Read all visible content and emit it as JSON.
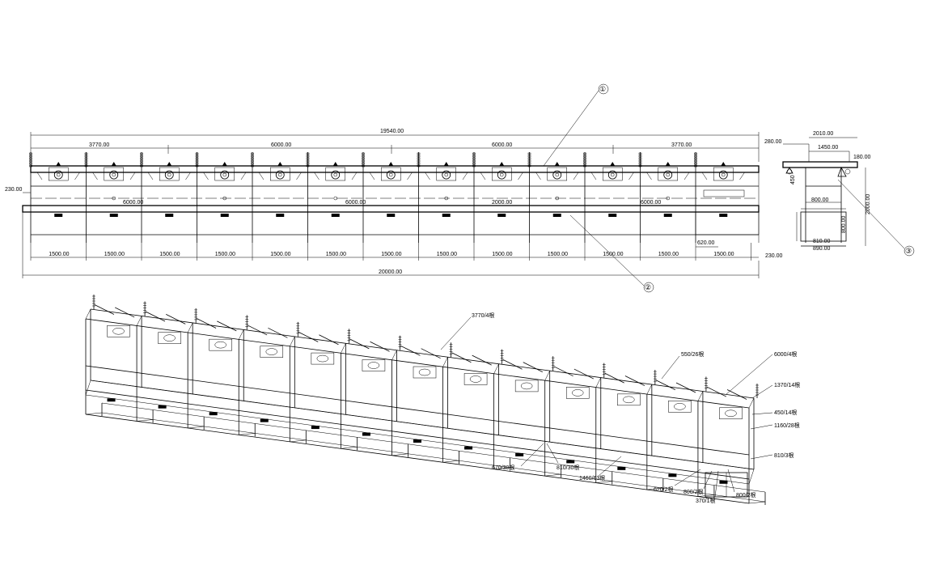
{
  "front_view": {
    "overall_top": "19540.00",
    "segments_top": [
      "3770.00",
      "6000.00",
      "6000.00",
      "3770.00"
    ],
    "mid_labels": [
      "6000.00",
      "6000.00",
      "2000.00",
      "6000.00"
    ],
    "left_offset": "230.00",
    "bay_widths": [
      "1500.00",
      "1500.00",
      "1500.00",
      "1500.00",
      "1500.00",
      "1500.00",
      "1500.00",
      "1500.00",
      "1500.00",
      "1500.00",
      "1500.00",
      "1500.00",
      "1500.00"
    ],
    "right_offset": "230.00",
    "end_width": "620.00",
    "overall_bottom": "20000.00"
  },
  "side_view": {
    "width_top": "2010.00",
    "left_overhang": "280.00",
    "inner_width": "1450.00",
    "right_overhang": "180.00",
    "height_left": "450",
    "height_total": "2000.00",
    "lower_width": "800.00",
    "lower_height": "800.00",
    "foot_inner": "810.00",
    "foot_outer": "890.00"
  },
  "callouts": [
    "①",
    "②",
    "③"
  ],
  "iso_labels": {
    "l3770": "3770/4根",
    "l550": "550/26根",
    "l6000": "6000/4根",
    "l1370": "1370/14根",
    "l450": "450/14根",
    "l1160": "1160/28根",
    "l810a": "810/3根",
    "l670": "670/30根",
    "l810b": "810/30根",
    "l1460": "1460/63根",
    "l620": "620/2根",
    "l800a": "800/2根",
    "l370": "370/1根",
    "l800b": "800/2根"
  }
}
